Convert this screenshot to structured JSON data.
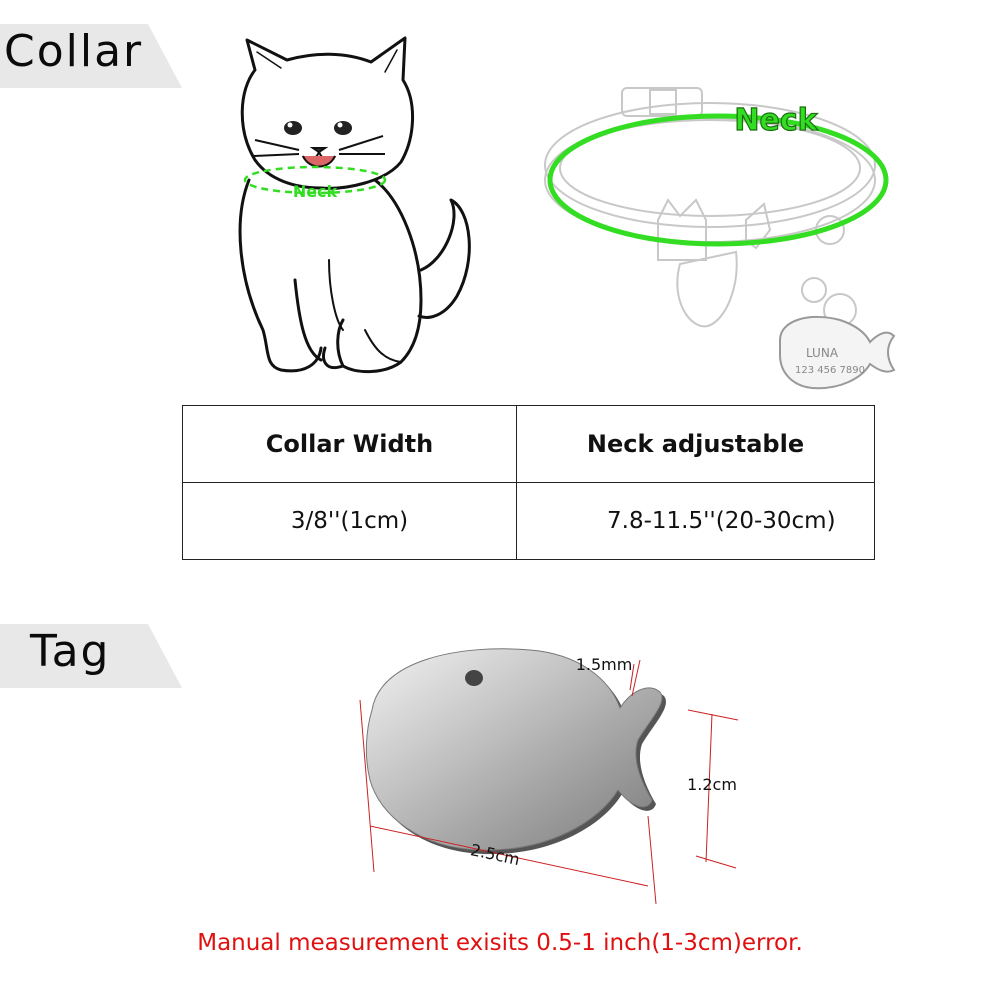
{
  "collar_section": {
    "label": "Collar"
  },
  "tag_section": {
    "label": "Tag"
  },
  "cat_illustration": {
    "neck_label": "Neck"
  },
  "collar_illustration": {
    "neck_label": "Neck",
    "tag_name": "LUNA",
    "tag_phone": "123 456 7890",
    "accent_color": "#33dd22"
  },
  "spec_table": {
    "headers": [
      "Collar Width",
      "Neck adjustable"
    ],
    "rows": [
      [
        "3/8''(1cm)",
        "7.8-11.5''(20-30cm)"
      ]
    ]
  },
  "tag_dimensions": {
    "thickness": "1.5mm",
    "height": "1.2cm",
    "length": "2.5cm",
    "line_color": "#cc2020"
  },
  "footer_note": {
    "text": "Manual measurement exisits 0.5-1 inch(1-3cm)error.",
    "color": "#e01010"
  }
}
